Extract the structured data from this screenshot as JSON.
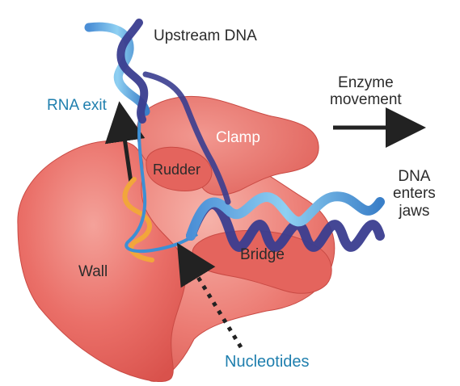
{
  "labels": {
    "upstream_dna": "Upstream DNA",
    "rna_exit": "RNA exit",
    "enzyme_movement_line1": "Enzyme",
    "enzyme_movement_line2": "movement",
    "clamp": "Clamp",
    "rudder": "Rudder",
    "dna_enters_line1": "DNA",
    "dna_enters_line2": "enters",
    "dna_enters_line3": "jaws",
    "bridge": "Bridge",
    "wall": "Wall",
    "nucleotides": "Nucleotides"
  },
  "colors": {
    "protein": "#e8665f",
    "protein_highlight": "#f3a39a",
    "dna_light_strand": "#5aa6e0",
    "dna_dark_strand": "#3a3d8f",
    "rna": "#f2a63b",
    "label_blue": "#1f7fae",
    "arrow": "#222222"
  }
}
